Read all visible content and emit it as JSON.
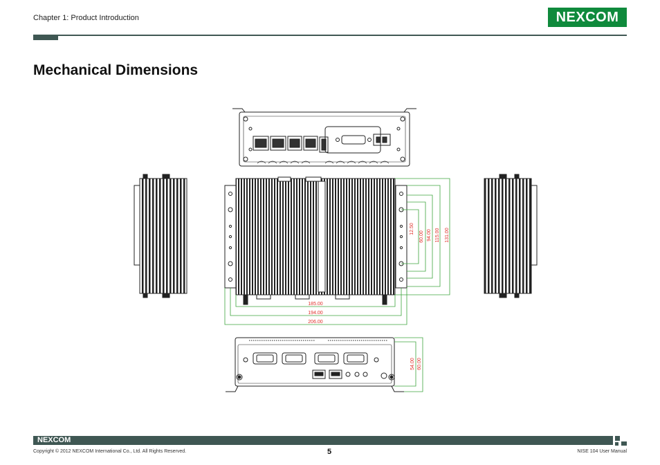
{
  "header": {
    "chapter": "Chapter 1: Product Introduction",
    "logo_text": "NEXCOM"
  },
  "page_title": "Mechanical Dimensions",
  "dimensions": {
    "top_view_widths": [
      "185.00",
      "194.00",
      "206.00"
    ],
    "top_view_depths": [
      "12.50",
      "60.00",
      "94.00",
      "115.00",
      "131.00"
    ],
    "front_view_heights": [
      "54.00",
      "60.00"
    ]
  },
  "footer": {
    "logo_text": "NEXCOM",
    "copyright": "Copyright © 2012 NEXCOM International Co., Ltd. All Rights Reserved.",
    "page_number": "5",
    "manual_name": "NISE 104 User Manual"
  },
  "colors": {
    "brand_green": "#0f8a3c",
    "bar_dark": "#3f5753",
    "dimension_line": "#3da53d",
    "dimension_text": "#e0302a"
  }
}
